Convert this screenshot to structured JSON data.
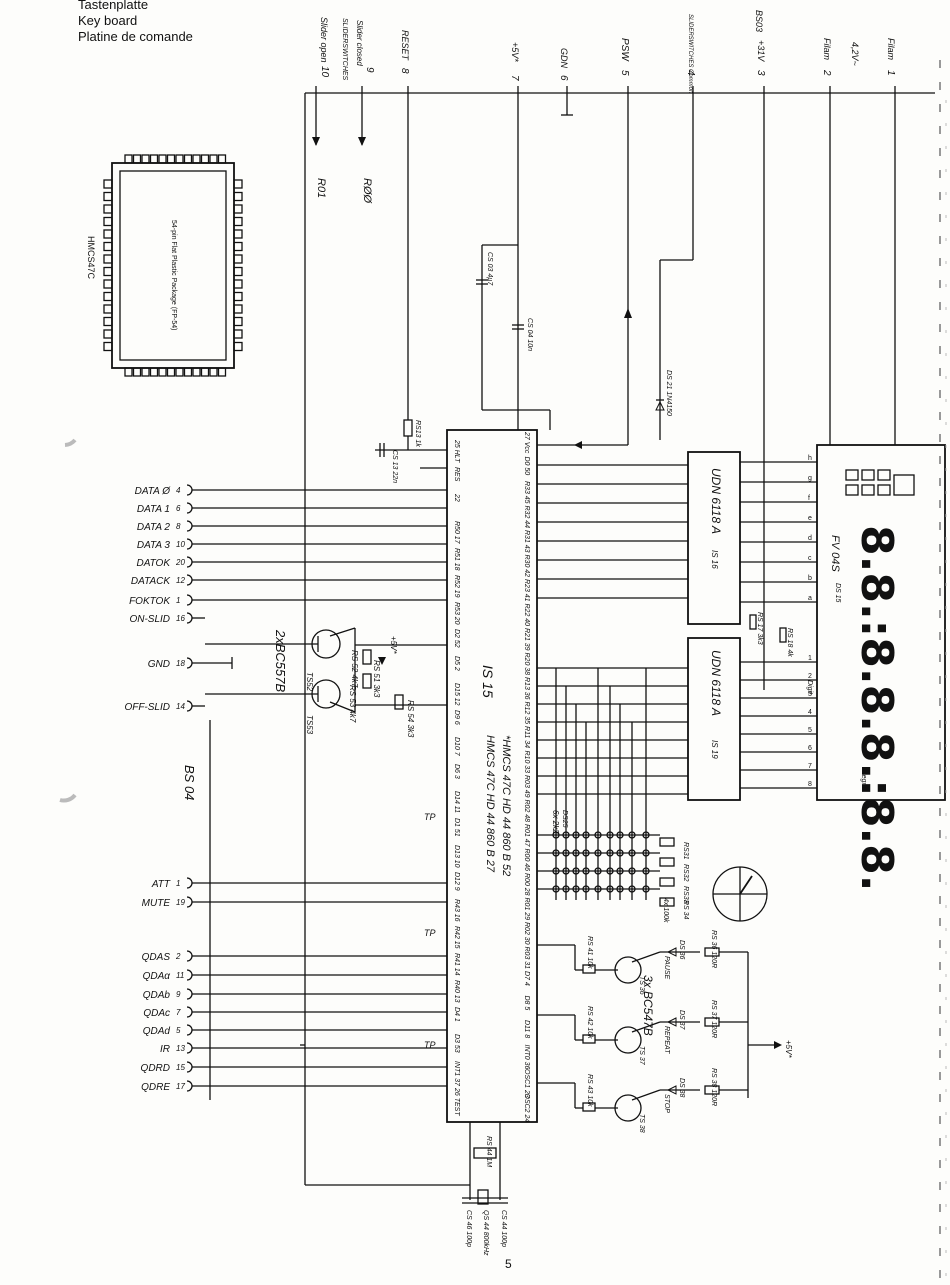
{
  "header": {
    "line1": "Tastenplatte",
    "line2": "Key board",
    "line3": "Platine de comande"
  },
  "page_number": "5",
  "board": "BS 04",
  "connector_top": [
    {
      "pin": "10",
      "name": "Slider open"
    },
    {
      "pin": "9",
      "name": "Slider closed"
    },
    {
      "pin": "8",
      "name": "RESET"
    },
    {
      "pin": "7",
      "name": "+5V*"
    },
    {
      "pin": "6",
      "name": "GDN"
    },
    {
      "pin": "5",
      "name": "PSW"
    },
    {
      "pin": "4",
      "name": "SLIDERSWITCHES Common"
    },
    {
      "pin": "3",
      "name": "+31V"
    },
    {
      "pin": "2",
      "name": "Filam"
    },
    {
      "pin": "1",
      "name": "Filam"
    }
  ],
  "connector_top_extra": {
    "bs03": "BS03",
    "fourvolt": "4,2V~",
    "sliderswitches": "SLIDERSWITCHES"
  },
  "ports": {
    "r01": "R01",
    "r00": "RØØ"
  },
  "left_signals": [
    {
      "name": "DATA Ø",
      "pin": "4"
    },
    {
      "name": "DATA 1",
      "pin": "6"
    },
    {
      "name": "DATA 2",
      "pin": "8"
    },
    {
      "name": "DATA 3",
      "pin": "10"
    },
    {
      "name": "DATOK",
      "pin": "20"
    },
    {
      "name": "DATACK",
      "pin": "12"
    },
    {
      "name": "FOKTOK",
      "pin": "1"
    },
    {
      "name": "ON-SLID",
      "pin": "16"
    },
    {
      "name": "GND",
      "pin": "18"
    },
    {
      "name": "OFF-SLID",
      "pin": "14"
    },
    {
      "name": "ATT",
      "pin": "1"
    },
    {
      "name": "MUTE",
      "pin": "19"
    },
    {
      "name": "QDAS",
      "pin": "2"
    },
    {
      "name": "QDAα",
      "pin": "11"
    },
    {
      "name": "QDAb",
      "pin": "9"
    },
    {
      "name": "QDAc",
      "pin": "7"
    },
    {
      "name": "QDAd",
      "pin": "5"
    },
    {
      "name": "IR",
      "pin": "13"
    },
    {
      "name": "QDRD",
      "pin": "15"
    },
    {
      "name": "QDRE",
      "pin": "17"
    }
  ],
  "ic_main": {
    "ref": "IS 15",
    "part1": "*HMCS 47C HD 44 860 B 52",
    "part2": "HMCS 47C HD 44 860 B 27",
    "left_pins": [
      "25 HLT",
      "RES",
      "22",
      "R50 17",
      "R51 18",
      "R52 19",
      "R53 20",
      "D2 52",
      "D5 2",
      "D15 12",
      "D9 6",
      "D10 7",
      "D6 3",
      "D14 11",
      "D1 51",
      "D13 10",
      "D12 9",
      "R43 16",
      "R42 15",
      "R41 14",
      "R40 13",
      "D4 1",
      "D3 53",
      "INT1 37",
      "26 TEST"
    ],
    "right_pins": [
      "27 Vcc",
      "D0 50",
      "R33 45",
      "R32 44",
      "R31 43",
      "R30 42",
      "R23 41",
      "R22 40",
      "R21 39",
      "R20 38",
      "R13 36",
      "R12 35",
      "R11 34",
      "R10 33",
      "R03 49",
      "R02 48",
      "R01 47",
      "R00 46",
      "R00 28",
      "R01 29",
      "R02 30",
      "R03 31",
      "D7 4",
      "D8 5",
      "D11 8",
      "INT0 36",
      "OSC1 23",
      "OSC2 24"
    ]
  },
  "drivers": [
    {
      "name": "UDN 6118 A",
      "ref": "IS 16"
    },
    {
      "name": "UDN 6118 A",
      "ref": "IS 19"
    }
  ],
  "vfd": {
    "ref": "FV 04S",
    "ds": "DS 15",
    "digits": "8.8.:8.8.8.:8.8.",
    "digit_label": "Digit",
    "segm": "Segm"
  },
  "transistors_slider": {
    "ts52": "TS52",
    "ts53": "TS53",
    "type": "2xBC557B"
  },
  "transistors_led": {
    "ts36": "TS 36",
    "ts37": "TS 37",
    "ts38": "TS 38",
    "type": "3x BC547B"
  },
  "leds": [
    {
      "ref": "DS 36",
      "label": "PAUSE",
      "res": "RS 36 120R"
    },
    {
      "ref": "DS 37",
      "label": "REPEAT",
      "res": "RS 37 120R"
    },
    {
      "ref": "DS 38",
      "label": "STOP",
      "res": "RS 38 120R"
    }
  ],
  "resistors": {
    "rs13": "RS13 1k",
    "rs51": "RS 51 3k3",
    "rs52": "RS 52 4k7",
    "rs53": "RS 53 4k7",
    "rs54": "RS 54 3k3",
    "rs41": "RS 41 10k",
    "rs42": "RS 42 10k",
    "rs43": "RS 43 10k",
    "rs44": "RS 44 1M",
    "rs17": "RS 17 3k3",
    "rs18": "RS 18 4k",
    "rs31": "RS31",
    "rs32": "RS32",
    "rs33": "RS33",
    "rs34": "RS 34",
    "rnet": "4x 100k"
  },
  "caps": {
    "cs03": "CS 03 4µ7",
    "cs04": "CS 04 10n",
    "cs13": "CS 13 22n",
    "cs44": "CS 44 100p",
    "cs46": "CS 46 100p",
    "qs": "QS 44 800kHz"
  },
  "diodes": {
    "ds21": "DS 21 1N4150",
    "ds25": "DS25",
    "matrix": "6x 2k2",
    "vplus": "+5V*"
  },
  "tp": "TP",
  "ic_inset": {
    "ref": "HMCS47C",
    "title": "54-pin Flat Plastic Package (FP-54)"
  }
}
